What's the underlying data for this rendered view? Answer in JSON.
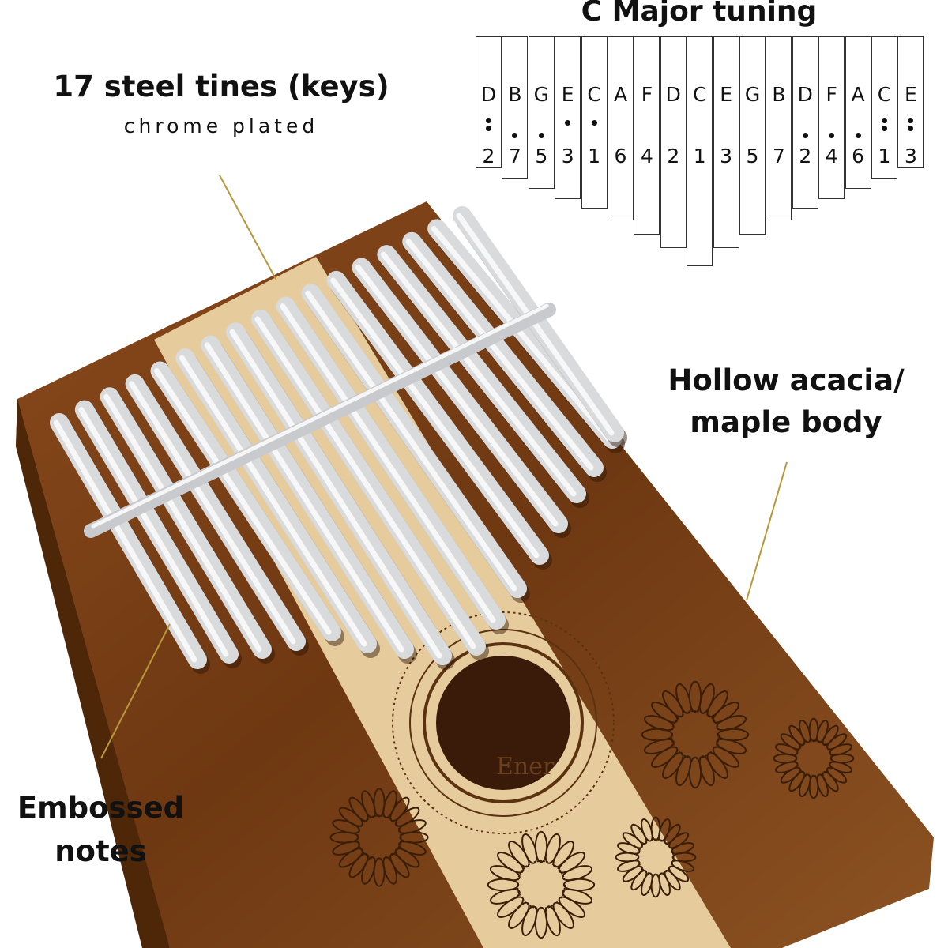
{
  "annotations": {
    "tines_title": "17 steel tines (keys)",
    "tines_subtitle": "chrome plated",
    "body_label_line1": "Hollow acacia/",
    "body_label_line2": "maple body",
    "notes_label_line1": "Embossed",
    "notes_label_line2": "notes",
    "leader_color": "#b8973a"
  },
  "tuning": {
    "title": "C Major tuning",
    "keys": [
      {
        "note": "D",
        "number": "2",
        "dots": 2
      },
      {
        "note": "B",
        "number": "7",
        "dots": 1
      },
      {
        "note": "G",
        "number": "5",
        "dots": 1
      },
      {
        "note": "E",
        "number": "3",
        "dots": 1
      },
      {
        "note": "C",
        "number": "1",
        "dots": 1
      },
      {
        "note": "A",
        "number": "6",
        "dots": 0
      },
      {
        "note": "F",
        "number": "4",
        "dots": 0
      },
      {
        "note": "D",
        "number": "2",
        "dots": 0
      },
      {
        "note": "C",
        "number": "1",
        "dots": 0
      },
      {
        "note": "E",
        "number": "3",
        "dots": 0
      },
      {
        "note": "G",
        "number": "5",
        "dots": 0
      },
      {
        "note": "B",
        "number": "7",
        "dots": 0
      },
      {
        "note": "D",
        "number": "2",
        "dots": 1
      },
      {
        "note": "F",
        "number": "4",
        "dots": 1
      },
      {
        "note": "A",
        "number": "6",
        "dots": 1
      },
      {
        "note": "C",
        "number": "1",
        "dots": 2
      },
      {
        "note": "E",
        "number": "3",
        "dots": 2
      }
    ]
  },
  "product": {
    "wood_color": "#7a4219",
    "maple_color": "#e6cc9c",
    "tine_color": "#d9dadc",
    "logo_text": "Ener"
  }
}
